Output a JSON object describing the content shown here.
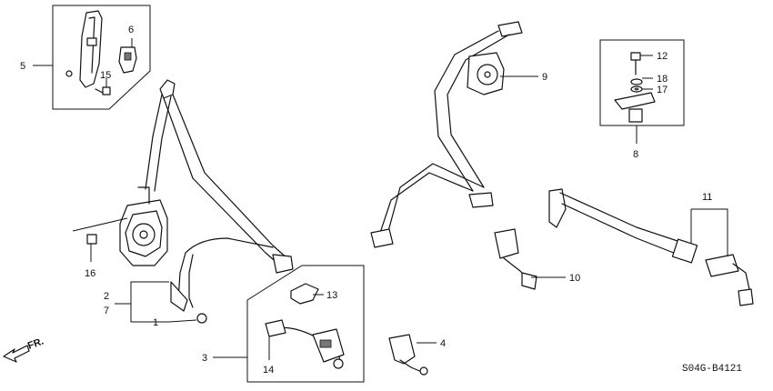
{
  "diagram": {
    "code": "S04G-B4121",
    "direction_label": "FR.",
    "callouts": {
      "c1": "1",
      "c2": "2",
      "c3": "3",
      "c4": "4",
      "c5": "5",
      "c6": "6",
      "c7": "7",
      "c8": "8",
      "c9": "9",
      "c10": "10",
      "c11": "11",
      "c12": "12",
      "c13": "13",
      "c14": "14",
      "c15": "15",
      "c16": "16",
      "c17": "17",
      "c18": "18"
    }
  }
}
